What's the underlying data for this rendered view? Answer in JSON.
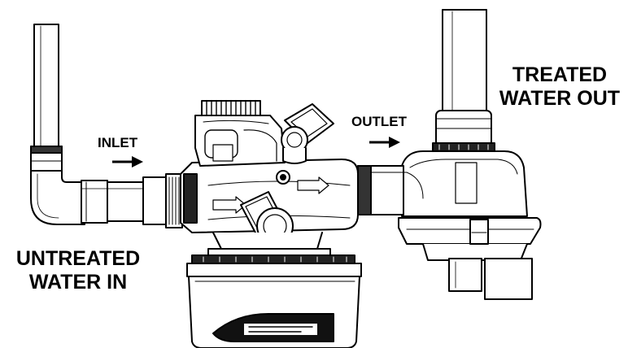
{
  "labels": {
    "inlet": "INLET",
    "outlet": "OUTLET",
    "untreated_line1": "UNTREATED",
    "untreated_line2": "WATER IN",
    "treated_line1": "TREATED",
    "treated_line2": "WATER OUT"
  },
  "icons": {
    "inlet_arrow": "right-arrow-icon",
    "outlet_arrow": "right-arrow-icon"
  },
  "colors": {
    "ink": "#000000",
    "background": "#ffffff",
    "shade": "#d8d8d8"
  }
}
